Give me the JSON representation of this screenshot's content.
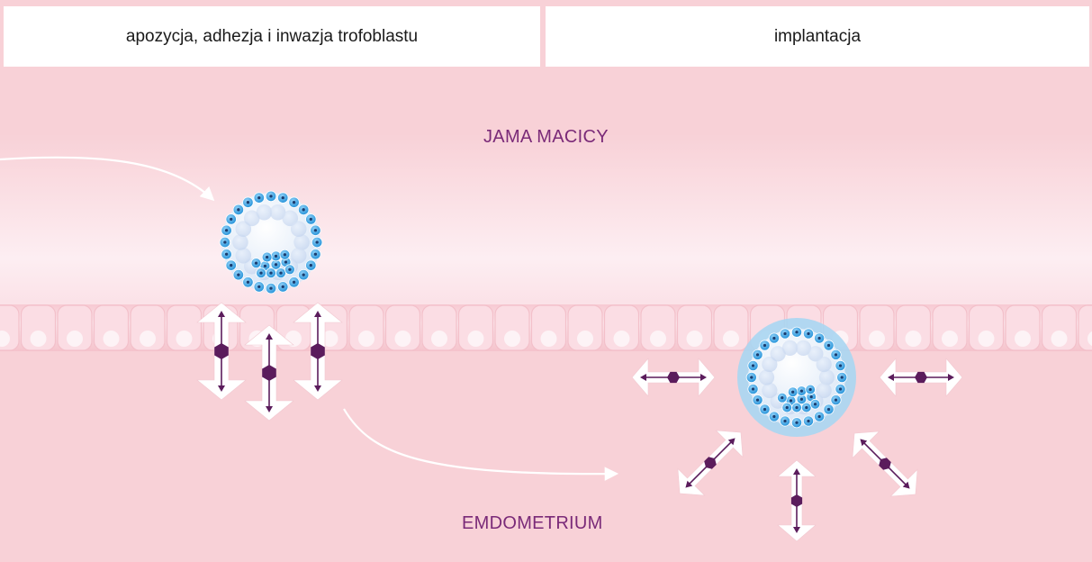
{
  "headers": {
    "left": "apozycja, adhezja i inwazja trofoblastu",
    "right": "implantacja"
  },
  "labels": {
    "cavity": "JAMA MACICY",
    "endometrium": "EMDOMETRIUM"
  },
  "colors": {
    "background": "#f8d1d7",
    "label": "#7a2a78",
    "molecule": "#5b1c5c",
    "cell_blue": "#2b9be0",
    "arrow": "#ffffff"
  }
}
